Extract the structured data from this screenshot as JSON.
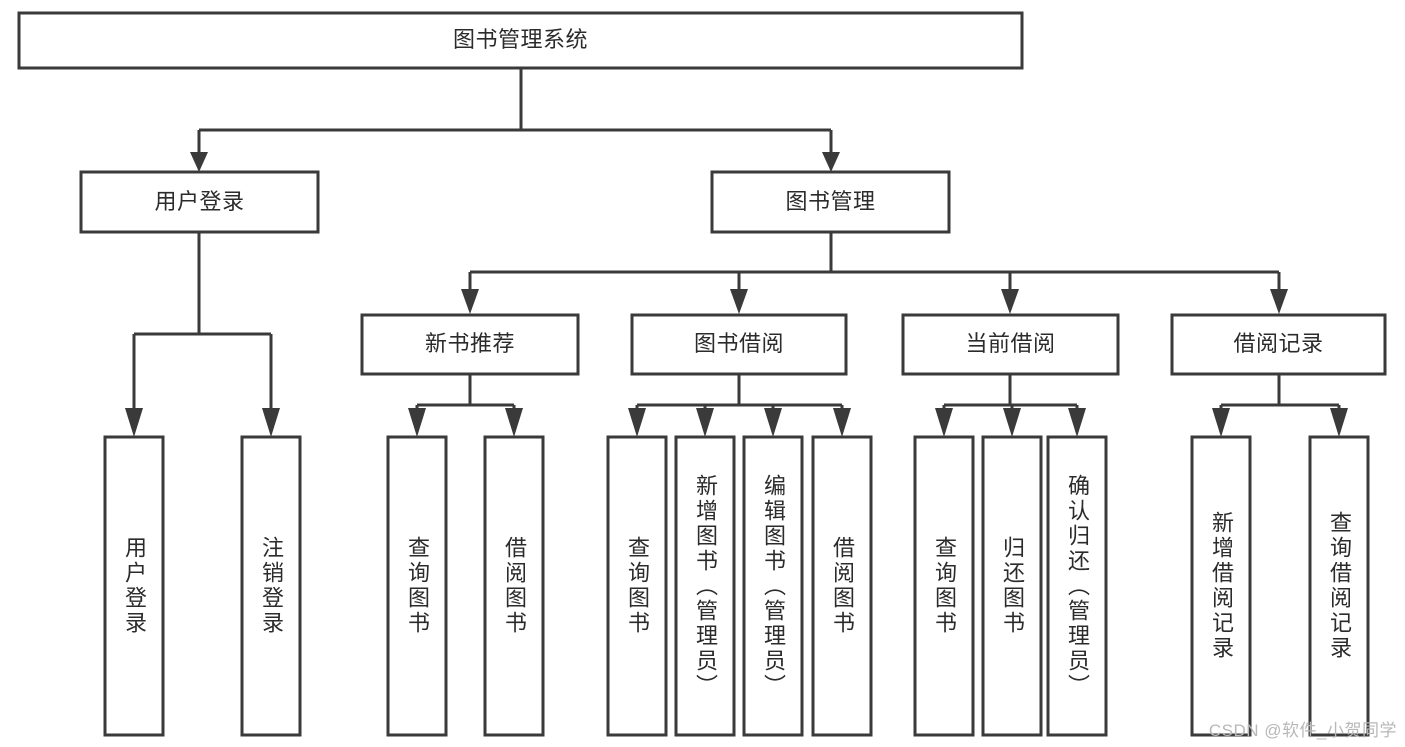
{
  "diagram": {
    "title": "图书管理系统",
    "watermark": "CSDN @软件_小贺同学",
    "colors": {
      "stroke": "#3a3a3a",
      "fill": "#ffffff",
      "text": "#2b2b2b",
      "watermark": "#b8b8b8"
    },
    "nodes": {
      "root": {
        "label": "图书管理系统"
      },
      "level2": [
        {
          "id": "user-login",
          "label": "用户登录"
        },
        {
          "id": "book-manage",
          "label": "图书管理"
        }
      ],
      "level3": [
        {
          "id": "new-book-recommend",
          "label": "新书推荐"
        },
        {
          "id": "book-borrow",
          "label": "图书借阅"
        },
        {
          "id": "current-borrow",
          "label": "当前借阅"
        },
        {
          "id": "borrow-record",
          "label": "借阅记录"
        }
      ],
      "leaves": {
        "user_login": [
          {
            "id": "leaf-user-login",
            "label": "用户登录"
          },
          {
            "id": "leaf-logout-login",
            "label": "注销登录"
          }
        ],
        "new_book_recommend": [
          {
            "id": "leaf-query-book-1",
            "label": "查询图书"
          },
          {
            "id": "leaf-borrow-book-1",
            "label": "借阅图书"
          }
        ],
        "book_borrow": [
          {
            "id": "leaf-query-book-2",
            "label": "查询图书"
          },
          {
            "id": "leaf-add-book",
            "label": "新增图书（管理员）"
          },
          {
            "id": "leaf-edit-book",
            "label": "编辑图书（管理员）"
          },
          {
            "id": "leaf-borrow-book-2",
            "label": "借阅图书"
          }
        ],
        "current_borrow": [
          {
            "id": "leaf-query-book-3",
            "label": "查询图书"
          },
          {
            "id": "leaf-return-book",
            "label": "归还图书"
          },
          {
            "id": "leaf-confirm-return",
            "label": "确认归还（管理员）"
          }
        ],
        "borrow_record": [
          {
            "id": "leaf-add-record",
            "label": "新增借阅记录"
          },
          {
            "id": "leaf-query-record",
            "label": "查询借阅记录"
          }
        ]
      }
    }
  }
}
